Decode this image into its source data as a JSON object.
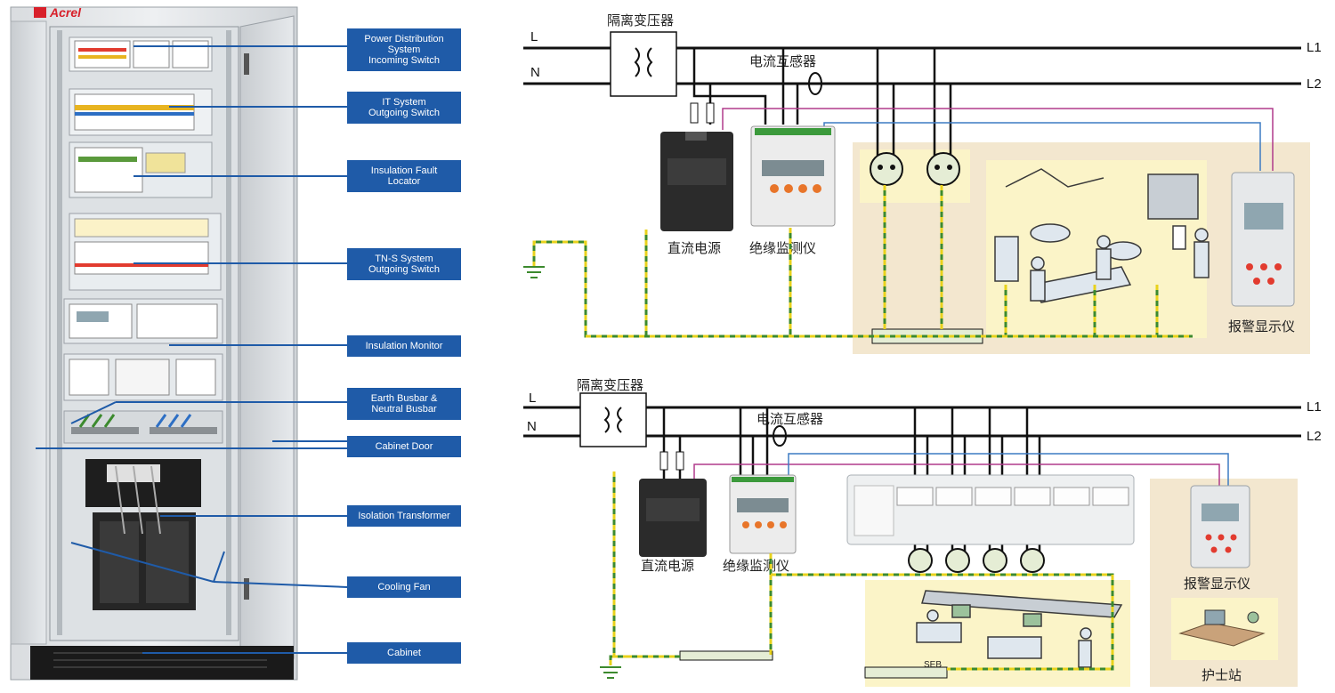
{
  "cabinet": {
    "brand": "Acrel",
    "callouts": [
      {
        "text": "Power Distribution\nSystem\nIncoming Switch"
      },
      {
        "text": "IT System\nOutgoing Switch"
      },
      {
        "text": "Insulation Fault\nLocator"
      },
      {
        "text": "TN-S System\nOutgoing Switch"
      },
      {
        "text": "Insulation Monitor"
      },
      {
        "text": "Earth Busbar &\nNeutral Busbar"
      },
      {
        "text": "Cabinet Door"
      },
      {
        "text": "Isolation Transformer"
      },
      {
        "text": "Cooling Fan"
      },
      {
        "text": "Cabinet"
      }
    ]
  },
  "top_diagram": {
    "line_L": "L",
    "line_N": "N",
    "line_L1": "L1",
    "line_L2": "L2",
    "transformer_label": "隔离变压器",
    "ct_label": "电流互感器",
    "dc_power_label": "直流电源",
    "insulation_monitor_label": "绝缘监测仪",
    "alarm_display_label": "报警显示仪"
  },
  "bottom_diagram": {
    "line_L": "L",
    "line_N": "N",
    "line_L1": "L1",
    "line_L2": "L2",
    "transformer_label": "隔离变压器",
    "ct_label": "电流互感器",
    "dc_power_label": "直流电源",
    "insulation_monitor_label": "绝缘监测仪",
    "alarm_display_label": "报警显示仪",
    "nurse_station_label": "护士站",
    "seb_label": "SEB"
  },
  "colors": {
    "callout_bg": "#1f5ba8",
    "wire": "#111111",
    "ground_green": "#3c8a2e",
    "ground_yellow": "#e8d21c",
    "signal_pink": "#b03a8c",
    "signal_blue": "#3d7bc4",
    "room_bg": "#f3e7cf",
    "room_inner": "#fbf4c8"
  }
}
